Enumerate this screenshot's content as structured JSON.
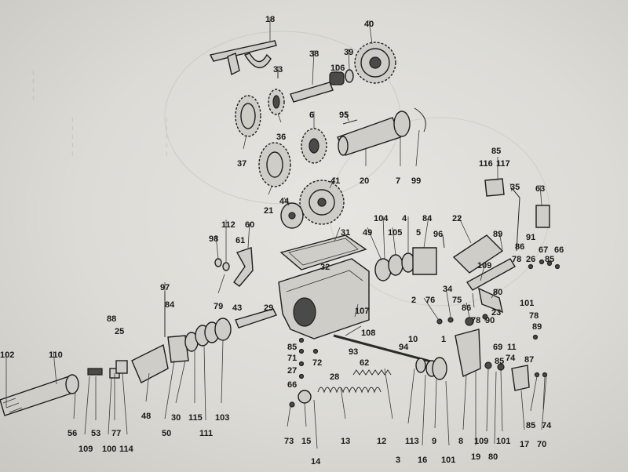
{
  "labels": [
    "18",
    "40",
    "33",
    "38",
    "106",
    "39",
    "95",
    "36",
    "6",
    "37",
    "20",
    "7",
    "99",
    "41",
    "21",
    "44",
    "116",
    "85",
    "117",
    "35",
    "63",
    "104",
    "4",
    "84",
    "22",
    "96",
    "5",
    "105",
    "49",
    "31",
    "32",
    "112",
    "60",
    "98",
    "61",
    "79",
    "89",
    "91",
    "86",
    "67",
    "66",
    "78",
    "26",
    "85",
    "109",
    "80",
    "101",
    "23",
    "3",
    "97",
    "84",
    "29",
    "43",
    "107",
    "108",
    "2",
    "76",
    "34",
    "75",
    "86",
    "78",
    "90",
    "88",
    "25",
    "85",
    "71",
    "72",
    "27",
    "66",
    "28",
    "62",
    "93",
    "94",
    "10",
    "1",
    "85",
    "69",
    "74",
    "87",
    "89",
    "102",
    "110",
    "48",
    "50",
    "30",
    "115",
    "111",
    "103",
    "56",
    "109",
    "53",
    "100",
    "77",
    "114",
    "73",
    "15",
    "14",
    "13",
    "12",
    "113",
    "16",
    "9",
    "101",
    "8",
    "109",
    "80",
    "19",
    "101",
    "17",
    "70",
    "85",
    "74",
    "11",
    "78"
  ]
}
